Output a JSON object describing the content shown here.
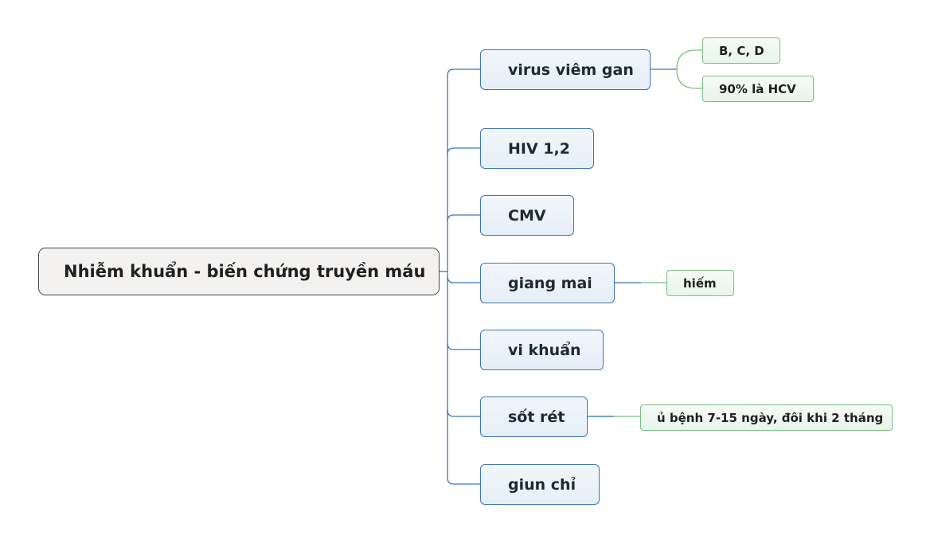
{
  "mindmap": {
    "root": "Nhiễm khuẩn - biến chứng truyền máu",
    "branches": [
      {
        "label": "virus viêm gan",
        "children": [
          "B, C, D",
          "90% là HCV"
        ]
      },
      {
        "label": "HIV 1,2",
        "children": []
      },
      {
        "label": "CMV",
        "children": []
      },
      {
        "label": "giang mai",
        "children": [
          "hiếm"
        ]
      },
      {
        "label": "vi khuẩn",
        "children": []
      },
      {
        "label": "sốt rét",
        "children": [
          "ủ bệnh 7-15 ngày, đôi khi 2 tháng"
        ]
      },
      {
        "label": "giun chỉ",
        "children": []
      }
    ]
  },
  "colors": {
    "root_border": "#4a4a4a",
    "branch_border": "#3e74b8",
    "branch_line": "#3e74b8",
    "leaf_border": "#7bbd84",
    "leaf_line": "#7bbd84"
  }
}
